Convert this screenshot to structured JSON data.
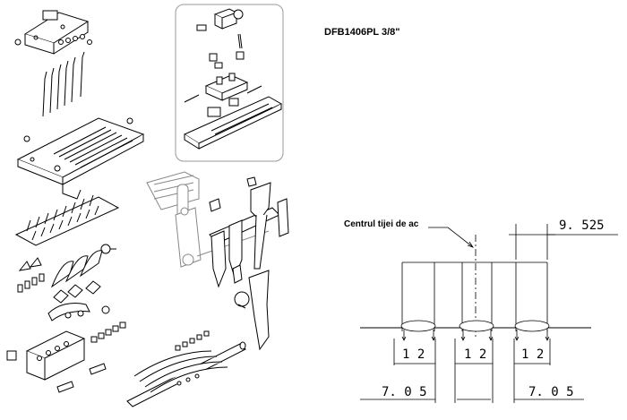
{
  "model": "DFB1406PL 3/8\"",
  "callout_label": "Centrul tijei de ac",
  "dimensions": {
    "pitch": "9. 525",
    "needle_width": "1 2",
    "outer_offset": "7. 0 5"
  },
  "icons": [
    "needle-clamp-icon",
    "needles-icon",
    "throat-plate-icon",
    "looper-icon",
    "presser-foot-icon",
    "needle-bar-icon",
    "spreader-icon",
    "looper-holder-icon",
    "screw-icon",
    "shaft-icon"
  ]
}
